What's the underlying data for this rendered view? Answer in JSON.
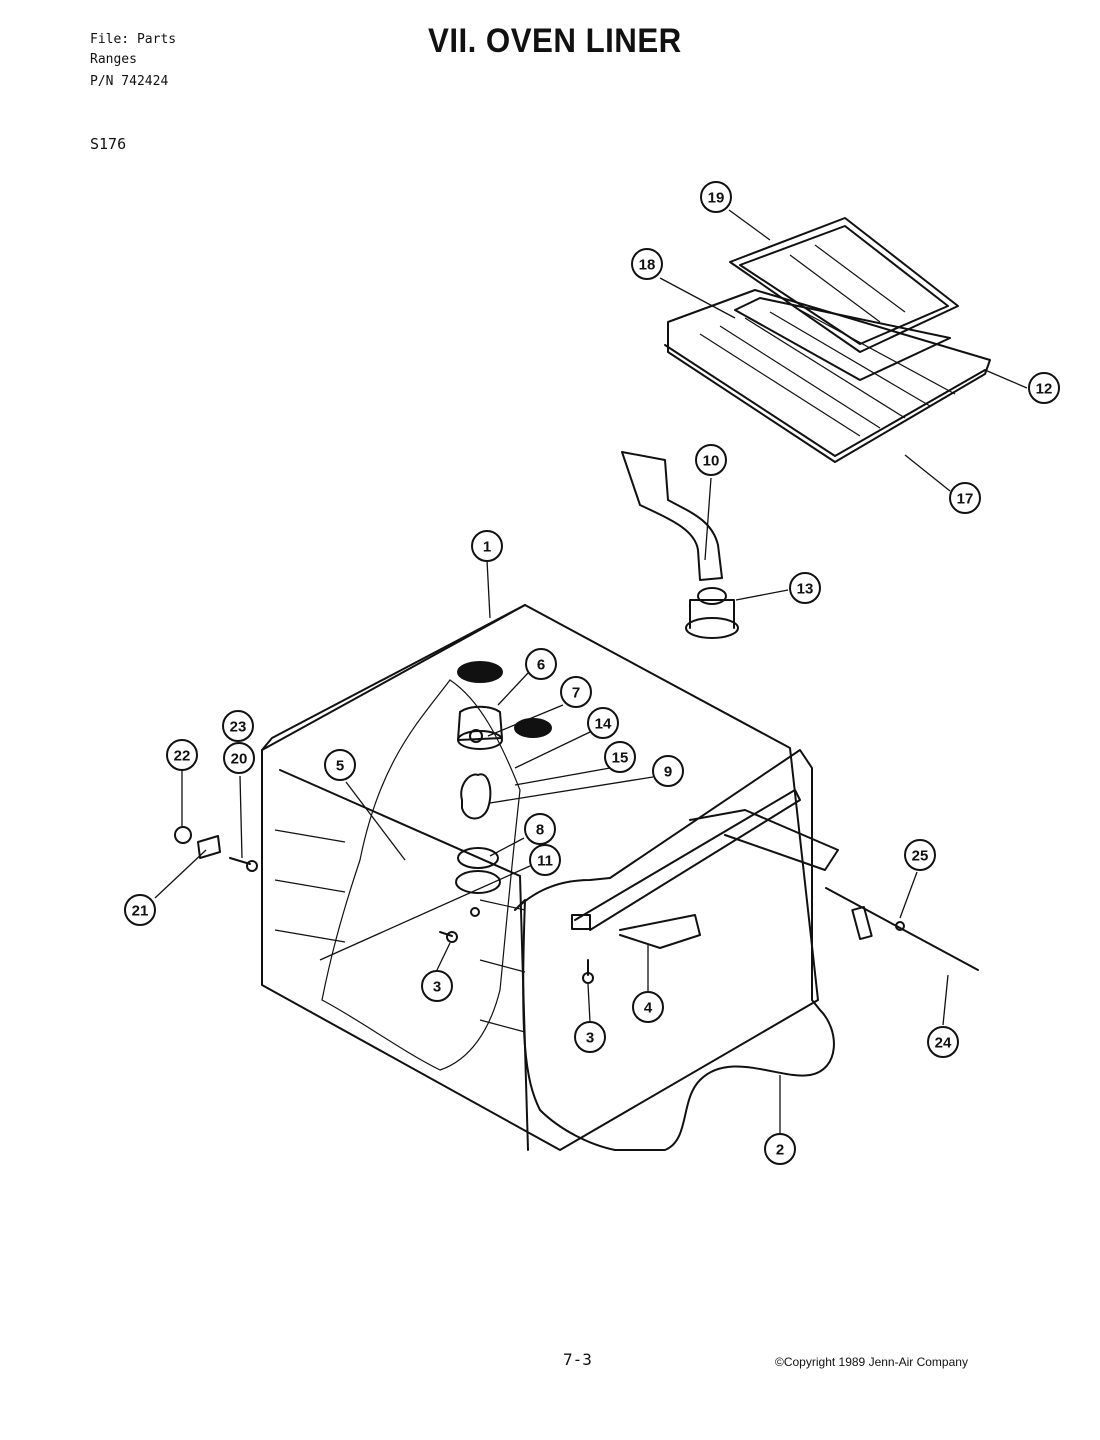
{
  "header": {
    "file_line": "File: Parts",
    "category_line": "Ranges",
    "part_number_line": "P/N 742424",
    "model": "S176"
  },
  "title": "VII. OVEN LINER",
  "footer": {
    "page_number": "7-3",
    "copyright": "©Copyright 1989 Jenn-Air Company"
  },
  "callouts": [
    "19",
    "18",
    "12",
    "17",
    "10",
    "13",
    "1",
    "6",
    "7",
    "14",
    "15",
    "9",
    "5",
    "23",
    "22",
    "20",
    "21",
    "8",
    "11",
    "3",
    "3",
    "4",
    "25",
    "24",
    "2"
  ]
}
